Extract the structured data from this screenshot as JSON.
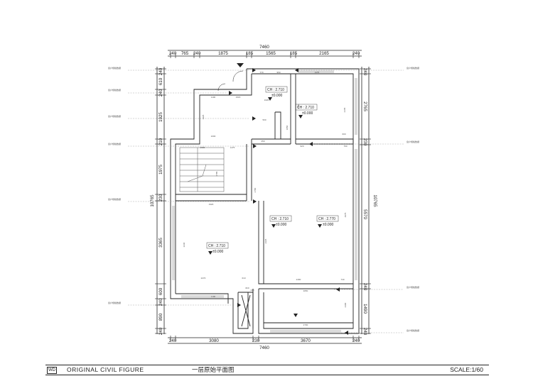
{
  "top_total": "7460",
  "bottom_total": "7460",
  "left_total": "10765",
  "right_total": "10765",
  "top_dims": [
    "240",
    "765",
    "240",
    "1875",
    "185",
    "1565",
    "185",
    "2165",
    "240"
  ],
  "bottom_dims": [
    "240",
    "3080",
    "230",
    "3670",
    "240"
  ],
  "left_dims": [
    "240",
    "610",
    "240",
    "1925",
    "210",
    "1975",
    "230",
    "3365",
    "600",
    "240",
    "890",
    "240"
  ],
  "right_dims": [
    "240",
    "2765",
    "230",
    "5570",
    "240",
    "1490",
    "240"
  ],
  "inner_dims": [
    "770",
    "950",
    "1175",
    "1100",
    "1515",
    "1020",
    "4950",
    "2165",
    "1925",
    "1000",
    "2585",
    "1475",
    "2785",
    "600",
    "2780",
    "250",
    "2270",
    "610",
    "2490",
    "1920",
    "740",
    "1190",
    "4975",
    "2625",
    "2230",
    "240",
    "2700",
    "3050",
    "500",
    "1850",
    "920",
    "790",
    "2300",
    "820"
  ],
  "rooms": [
    {
      "ch": "CH : 2.710",
      "lvl": "±0.000"
    },
    {
      "ch": "CH : 2.710",
      "lvl": "±0.000"
    },
    {
      "ch": "CH : 2.710",
      "lvl": "±0.000"
    },
    {
      "ch": "CH : 2.770",
      "lvl": "±0.000"
    },
    {
      "ch": "CH : 2.710",
      "lvl": "±0.000"
    }
  ],
  "callouts": [
    "窗户规格数据",
    "窗户规格数据",
    "窗户规格数据",
    "窗户规格数据",
    "窗户规格数据",
    "窗户规格数据",
    "窗户规格数据",
    "窗户规格数据",
    "窗户规格数据",
    "窗户规格数据"
  ],
  "title_block": {
    "code": "WD",
    "name": "ORIGINAL CIVIL FIGURE",
    "subtitle": "一层原始平面图",
    "scale": "SCALE:1/60"
  }
}
